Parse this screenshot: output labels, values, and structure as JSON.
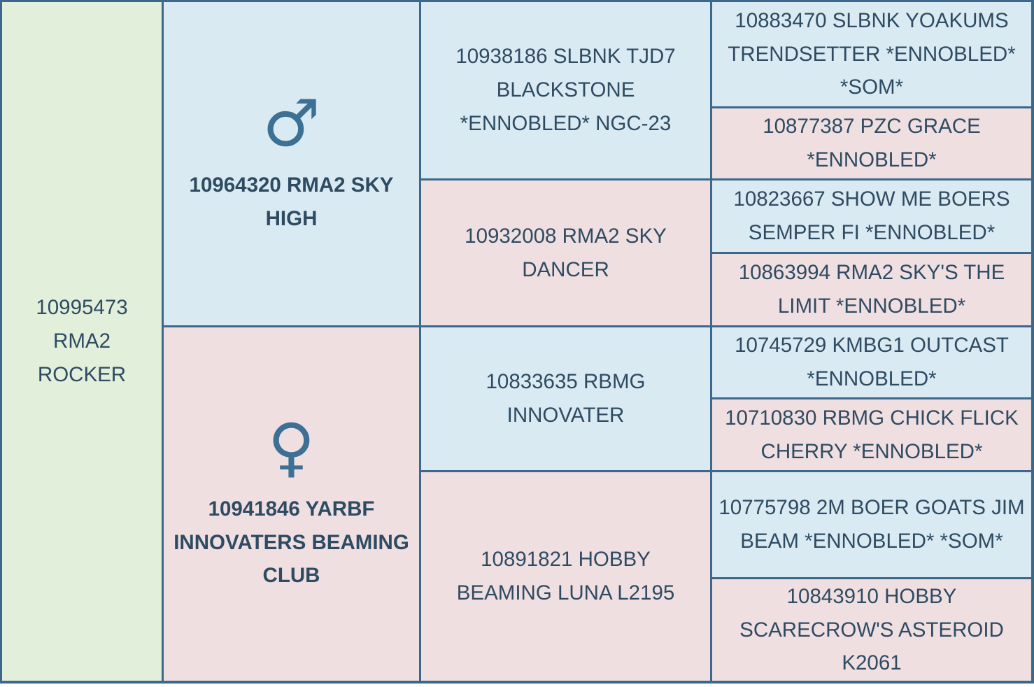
{
  "colors": {
    "border": "#3c688b",
    "male_bg": "#d9eaf3",
    "female_bg": "#f0dfe1",
    "subject_bg": "#e2efdb",
    "text": "#2e4b61",
    "symbol": "#3c7094"
  },
  "icons": {
    "male_symbol": "♂",
    "female_symbol": "♀"
  },
  "pedigree": {
    "subject": "10995473 RMA2 ROCKER",
    "sire": "10964320 RMA2 SKY HIGH",
    "dam": "10941846 YARBF INNOVATERS BEAMING CLUB",
    "gen2": {
      "sire_sire": "10938186 SLBNK TJD7 BLACKSTONE *ENNOBLED* NGC-23",
      "sire_dam": "10932008 RMA2 SKY DANCER",
      "dam_sire": "10833635 RBMG INNOVATER",
      "dam_dam": "10891821 HOBBY BEAMING LUNA L2195"
    },
    "gen3": {
      "sss": "10883470 SLBNK YOAKUMS TRENDSETTER *ENNOBLED* *SOM*",
      "ssd": "10877387 PZC GRACE *ENNOBLED*",
      "sds": "10823667 SHOW ME BOERS SEMPER FI *ENNOBLED*",
      "sdd": "10863994 RMA2 SKY'S THE LIMIT *ENNOBLED*",
      "dss": "10745729 KMBG1 OUTCAST *ENNOBLED*",
      "dsd": "10710830 RBMG CHICK FLICK CHERRY *ENNOBLED*",
      "dds": "10775798 2M BOER GOATS JIM BEAM *ENNOBLED* *SOM*",
      "ddd": "10843910 HOBBY SCARECROW'S ASTEROID K2061"
    }
  }
}
